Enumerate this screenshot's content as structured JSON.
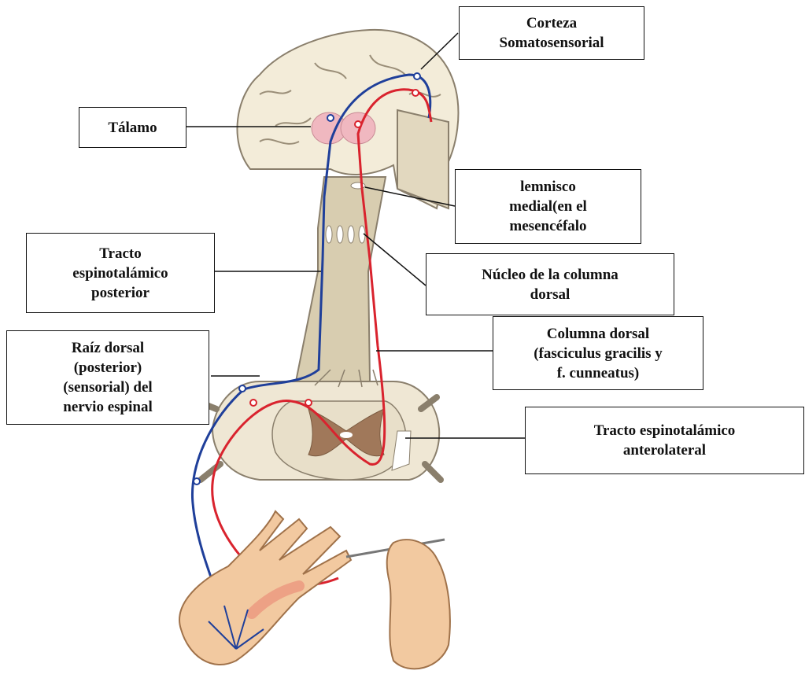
{
  "labels": {
    "corteza": "Corteza\nSomatosensorial",
    "talamo": "Tálamo",
    "lemnisco": "lemnisco\nmedial(en el\nmesencéfalo",
    "tracto_posterior": "Tracto\nespinotalámico\nposterior",
    "nucleo": "Núcleo de la columna\ndorsal",
    "columna_dorsal": "Columna dorsal\n(fasciculus gracilis y\nf. cunneatus)",
    "raiz_dorsal": "Raíz dorsal\n(posterior)\n(sensorial) del\nnervio espinal",
    "tracto_anterolateral": "Tracto espinotalámico\nanterolateral"
  },
  "colors": {
    "tissue": "#e8dfc9",
    "tissue_stroke": "#8a7f6c",
    "brainstem": "#d8cdb0",
    "gray_matter": "#a0785a",
    "thalamus": "#f0b8c0",
    "skin": "#f2c9a0",
    "red_pathway": "#d9232e",
    "blue_pathway": "#1f3f9a",
    "box_border": "#111111"
  },
  "icons": [
    "brain-illustration",
    "spinal-cord-illustration",
    "hand-illustration",
    "probe-illustration"
  ]
}
